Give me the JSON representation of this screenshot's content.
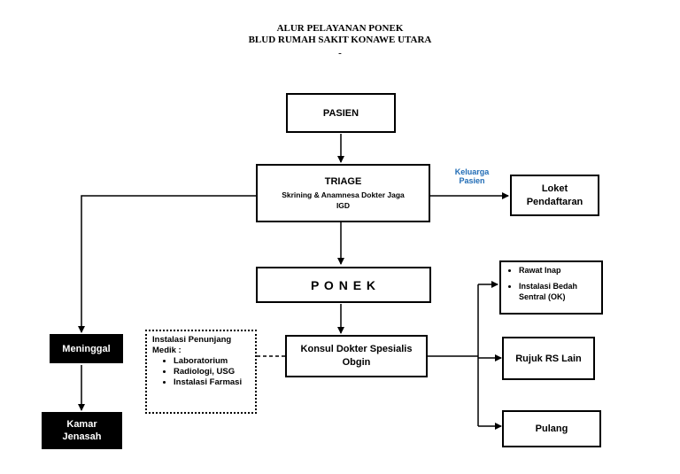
{
  "header": {
    "title_line1": "ALUR PELAYANAN PONEK",
    "title_line2": "BLUD RUMAH SAKIT KONAWE UTARA",
    "dash": "-"
  },
  "nodes": {
    "pasien": "PASIEN",
    "triage_title": "TRIAGE",
    "triage_sub1": "Skrining & Anamnesa Dokter Jaga",
    "triage_sub2": "IGD",
    "loket_line1": "Loket",
    "loket_line2": "Pendaftaran",
    "ponek": "P O N E K",
    "konsul_line1": "Konsul Dokter Spesialis",
    "konsul_line2": "Obgin",
    "meninggal": "Meninggal",
    "kamar_line1": "Kamar",
    "kamar_line2": "Jenasah",
    "rujuk": "Rujuk RS Lain",
    "pulang": "Pulang"
  },
  "rawat_list": [
    "Rawat Inap",
    "Instalasi Bedah Sentral (OK)"
  ],
  "penunjang": {
    "title_line1": "Instalasi Penunjang",
    "title_line2": "Medik :",
    "items": [
      "Laboratorium",
      "Radiologi, USG",
      "Instalasi Farmasi"
    ]
  },
  "edge_labels": {
    "keluarga_line1": "Keluarga",
    "keluarga_line2": "Pasien"
  },
  "colors": {
    "line": "#000000",
    "label_blue": "#1f6bb5"
  }
}
